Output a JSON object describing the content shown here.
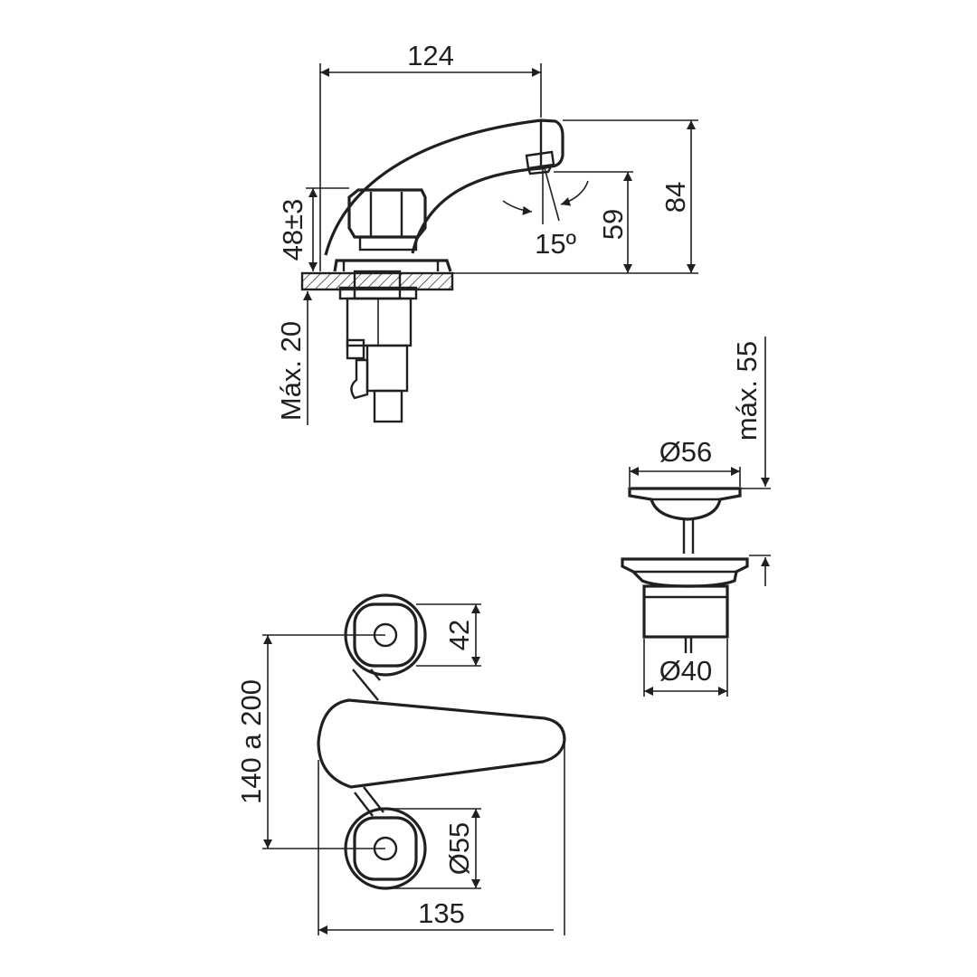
{
  "dimensions": {
    "spout_length": "124",
    "spout_height": "84",
    "outlet_height": "59",
    "angle": "15º",
    "handle_height": "48±3",
    "max_deck_thickness": "Máx. 20",
    "drain_max_thickness": "máx. 55",
    "drain_flange_diameter": "Ø56",
    "drain_body_diameter": "Ø40",
    "handle_size": "42",
    "center_distance": "140 a 200",
    "rosette_diameter": "Ø55",
    "total_width": "135"
  },
  "colors": {
    "line": "#231f20",
    "background": "#ffffff"
  }
}
